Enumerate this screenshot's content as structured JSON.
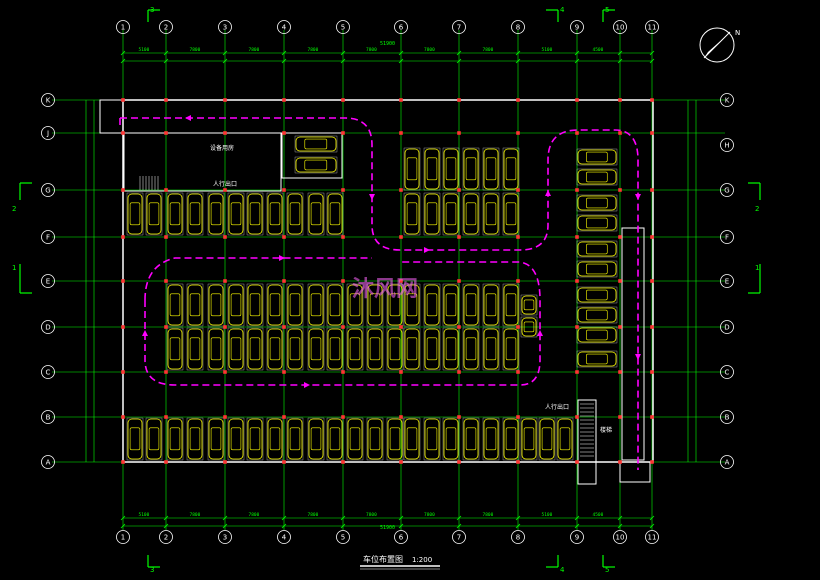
{
  "drawing": {
    "title": "车位布置图",
    "scale": "1:200",
    "north_label": "N",
    "watermark": "沐风网",
    "background_color": "#000000",
    "accent_colors": {
      "grid": "#00ff00",
      "wall": "#ffffff",
      "car": "#ffff00",
      "route": "#ff00ff",
      "column": "#ff3333",
      "dimension": "#00ff00"
    }
  },
  "top_axes": [
    "1",
    "2",
    "3",
    "4",
    "5",
    "6",
    "7",
    "8",
    "9",
    "10",
    "11"
  ],
  "bottom_axes": [
    "1",
    "2",
    "3",
    "4",
    "5",
    "6",
    "7",
    "8",
    "9",
    "10",
    "11"
  ],
  "left_axes": [
    "K",
    "J",
    "G",
    "F",
    "E",
    "D",
    "C",
    "B",
    "A"
  ],
  "right_axes": [
    "K",
    "H",
    "G",
    "F",
    "E",
    "D",
    "C",
    "B",
    "A"
  ],
  "section_marks": {
    "top": [
      "3",
      "4",
      "5"
    ],
    "bottom": [
      "3",
      "4",
      "5"
    ],
    "left": [
      "2",
      "1"
    ],
    "right": [
      "2",
      "1"
    ]
  },
  "top_dimensions": [
    "5100",
    "7800",
    "7800",
    "7800",
    "7800",
    "7800",
    "7800",
    "5100",
    "4500"
  ],
  "top_total": "51900",
  "bottom_dimensions": [
    "5100",
    "7800",
    "7800",
    "7800",
    "7800",
    "7800",
    "7800",
    "5100",
    "4500"
  ],
  "bottom_total": "51900",
  "room_labels": {
    "equipment_room": "设备用房",
    "ped_exit_top": "人行出口",
    "ped_exit_bottom": "人行出口",
    "stair_right": "楼梯"
  }
}
